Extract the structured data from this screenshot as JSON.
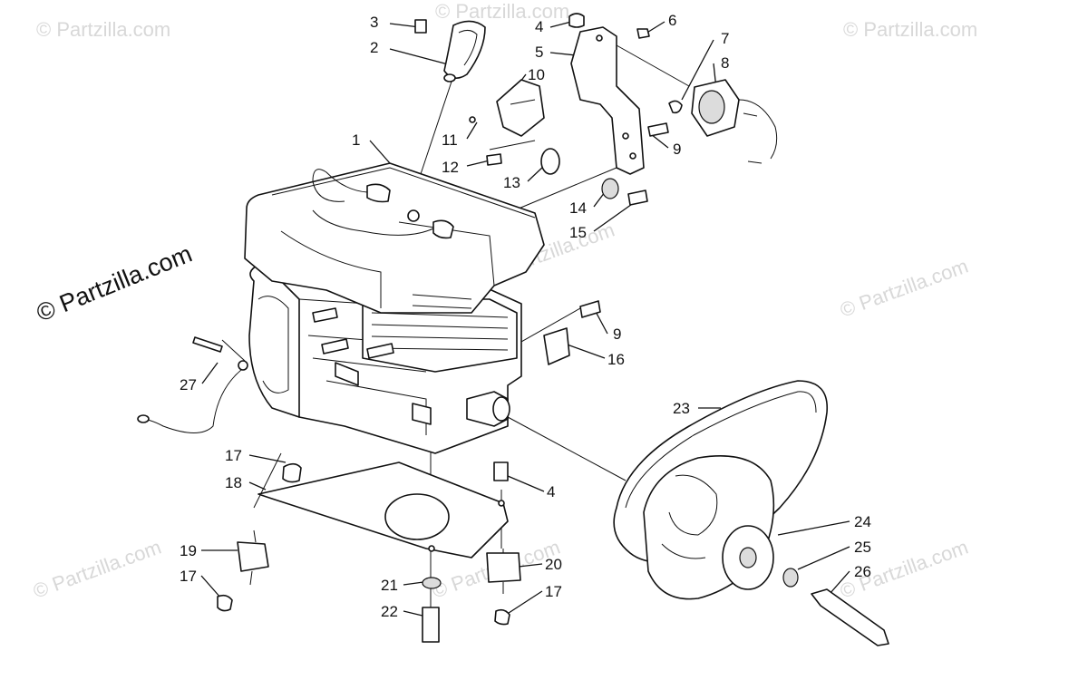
{
  "watermark": {
    "text": "© Partzilla.com"
  },
  "callouts": [
    {
      "id": "c1",
      "label": "1"
    },
    {
      "id": "c2",
      "label": "2"
    },
    {
      "id": "c3",
      "label": "3"
    },
    {
      "id": "c4a",
      "label": "4"
    },
    {
      "id": "c4b",
      "label": "4"
    },
    {
      "id": "c5",
      "label": "5"
    },
    {
      "id": "c6",
      "label": "6"
    },
    {
      "id": "c7",
      "label": "7"
    },
    {
      "id": "c8",
      "label": "8"
    },
    {
      "id": "c9a",
      "label": "9"
    },
    {
      "id": "c9b",
      "label": "9"
    },
    {
      "id": "c10",
      "label": "10"
    },
    {
      "id": "c11",
      "label": "11"
    },
    {
      "id": "c12",
      "label": "12"
    },
    {
      "id": "c13",
      "label": "13"
    },
    {
      "id": "c14",
      "label": "14"
    },
    {
      "id": "c15",
      "label": "15"
    },
    {
      "id": "c16",
      "label": "16"
    },
    {
      "id": "c17a",
      "label": "17"
    },
    {
      "id": "c17b",
      "label": "17"
    },
    {
      "id": "c17c",
      "label": "17"
    },
    {
      "id": "c18",
      "label": "18"
    },
    {
      "id": "c19",
      "label": "19"
    },
    {
      "id": "c20",
      "label": "20"
    },
    {
      "id": "c21",
      "label": "21"
    },
    {
      "id": "c22",
      "label": "22"
    },
    {
      "id": "c23",
      "label": "23"
    },
    {
      "id": "c24",
      "label": "24"
    },
    {
      "id": "c25",
      "label": "25"
    },
    {
      "id": "c26",
      "label": "26"
    },
    {
      "id": "c27",
      "label": "27"
    }
  ]
}
